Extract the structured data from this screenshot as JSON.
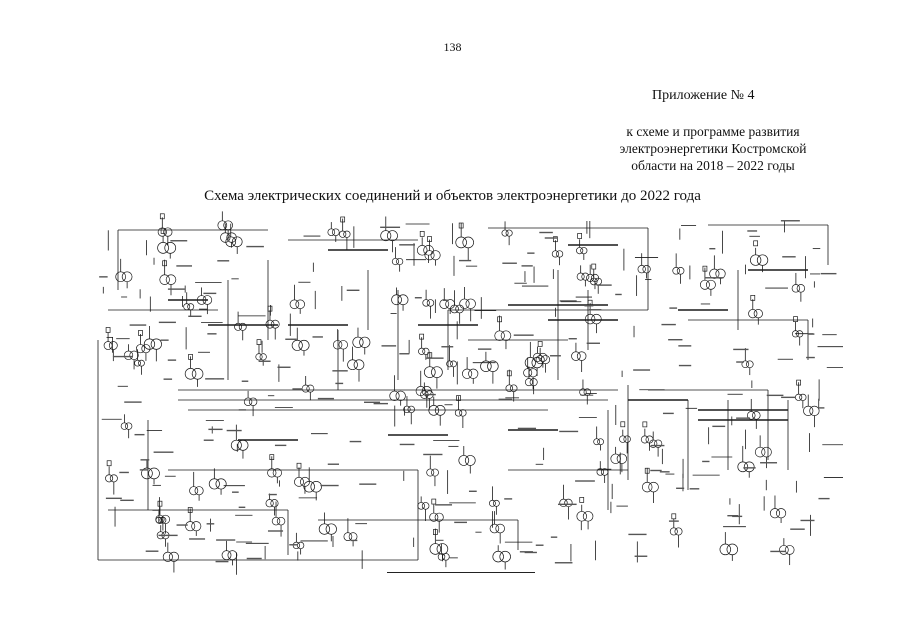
{
  "page_number": "138",
  "appendix": {
    "label": "Приложение № 4",
    "sub_lines": [
      "к схеме и программе развития",
      "электроэнергетики Костромской",
      "области на 2018 – 2022 годы"
    ]
  },
  "scheme_title": "Схема электрических соединений и объектов электроэнергетики до 2022 года",
  "colors": {
    "ink": "#1a1a1a",
    "paper": "#ffffff"
  }
}
